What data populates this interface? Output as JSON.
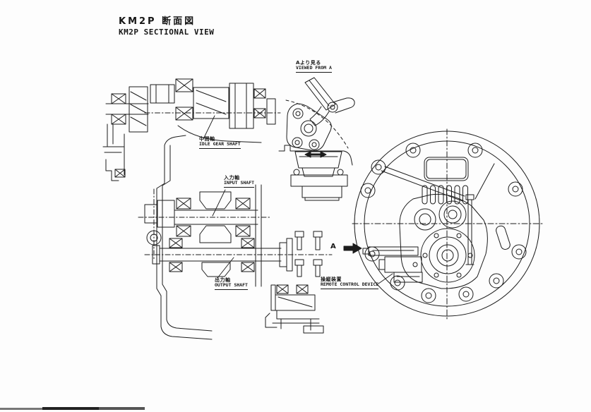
{
  "page": {
    "background": "#fdfdfd",
    "ink": "#1c1c1c"
  },
  "title": {
    "jp": "KM2P 断面図",
    "en": "KM2P SECTIONAL VIEW"
  },
  "detail_view": {
    "jp": "Aより見る",
    "en": "VIEWED FROM A"
  },
  "section_indicator": {
    "letter": "A"
  },
  "callouts": {
    "idle_gear_shaft": {
      "jp": "中間軸",
      "en": "IDLE GEAR SHAFT"
    },
    "input_shaft": {
      "jp": "入力軸",
      "en": "INPUT SHAFT"
    },
    "output_shaft": {
      "jp": "出力軸",
      "en": "OUTPUT SHAFT"
    },
    "remote_control_device": {
      "jp": "操縦装置",
      "en": "REMOTE CONTROL DEVICE"
    }
  }
}
